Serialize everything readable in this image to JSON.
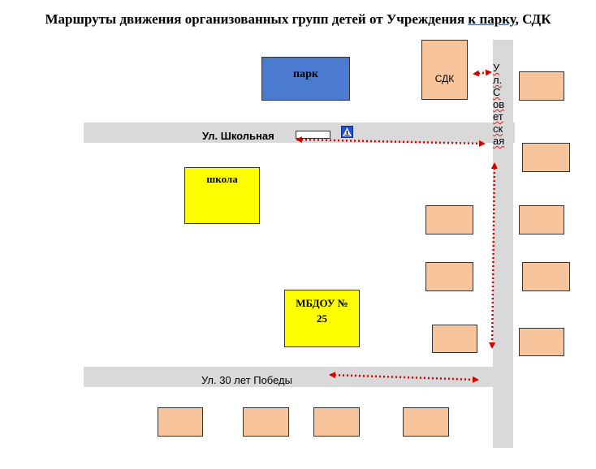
{
  "title": {
    "prefix": "Маршруты движения организованных групп детей от Учреждения ",
    "underlined": "к  парку",
    "suffix": ", СДК"
  },
  "streets": {
    "shkolnaya": "Ул. Школьная",
    "pobedy": "Ул. 30 лет Победы",
    "sovetskaya_lines": [
      "У",
      "л.",
      "С",
      "ов",
      "ет",
      "ск",
      "ая"
    ]
  },
  "buildings": {
    "park": "парк",
    "sdk": "СДК",
    "school": "школа",
    "mbdou_line1": "МБДОУ №",
    "mbdou_line2": "25"
  },
  "colors": {
    "park": "#4a7bd0",
    "school": "#ffff00",
    "mbdou": "#ffff00",
    "house": "#f8c49c",
    "road": "#d9d9d9",
    "route": "#d40000",
    "crosswalk_sign": "#1f4fd6"
  },
  "icons": [
    "crosswalk-sign-icon",
    "route-arrow-icon"
  ]
}
